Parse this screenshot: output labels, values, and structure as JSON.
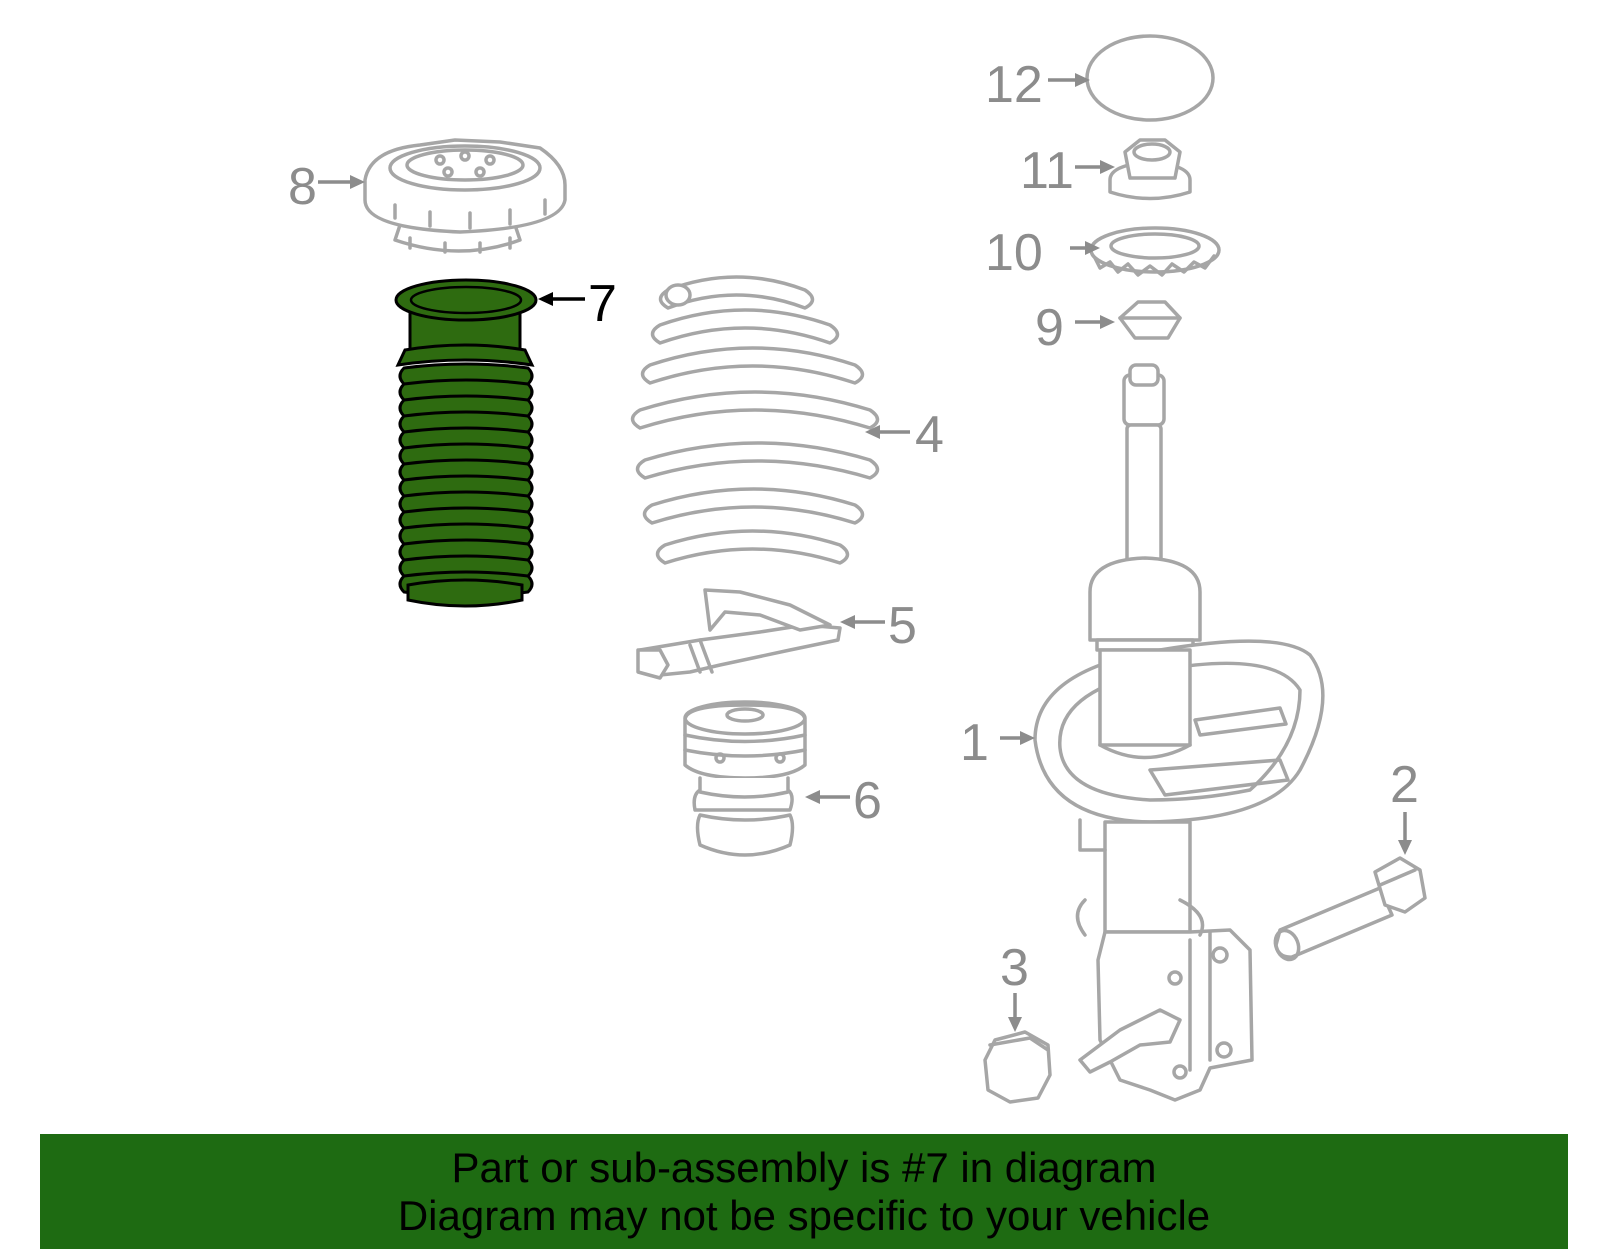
{
  "diagram": {
    "highlight_part": "7",
    "callouts": [
      "1",
      "2",
      "3",
      "4",
      "5",
      "6",
      "7",
      "8",
      "9",
      "10",
      "11",
      "12"
    ]
  },
  "banner": {
    "line1": "Part or sub-assembly is #7 in diagram",
    "line2": "Diagram may not be specific to your vehicle",
    "color": "#1e6b12"
  }
}
